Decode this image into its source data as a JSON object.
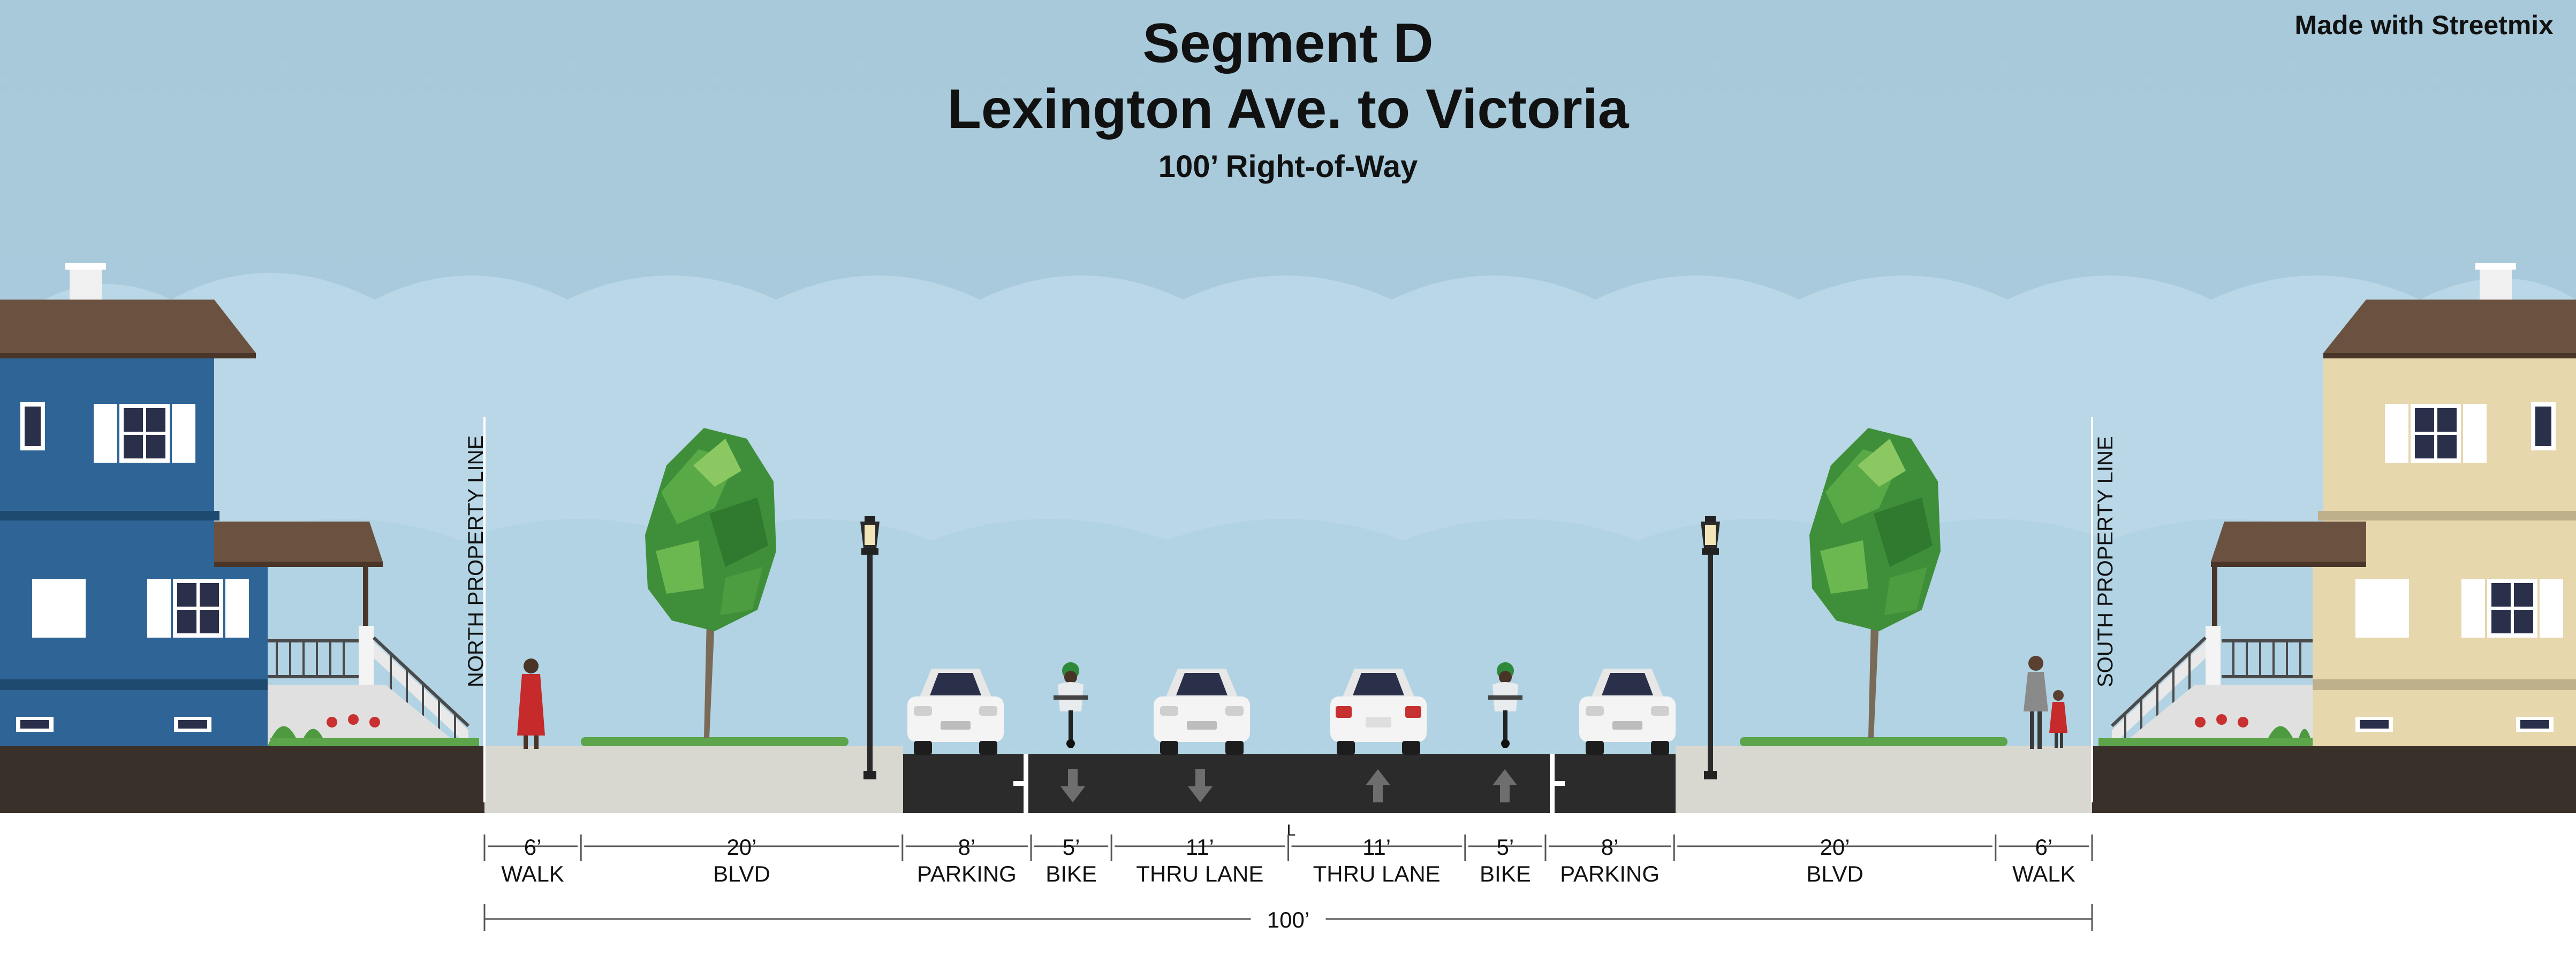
{
  "header": {
    "title_line1": "Segment D",
    "title_line2": "Lexington Ave. to Victoria",
    "subtitle": "100’ Right-of-Way",
    "credit": "Made with Streetmix"
  },
  "labels": {
    "north_property_line": "NORTH PROPERTY LINE",
    "south_property_line": "SOUTH PROPERTY LINE",
    "total_width": "100’",
    "centerline_marker": "L"
  },
  "segments": [
    {
      "width": "6’",
      "name": "WALK"
    },
    {
      "width": "20’",
      "name": "BLVD"
    },
    {
      "width": "8’",
      "name": "PARKING"
    },
    {
      "width": "5’",
      "name": "BIKE"
    },
    {
      "width": "11’",
      "name": "THRU LANE"
    },
    {
      "width": "11’",
      "name": "THRU LANE"
    },
    {
      "width": "5’",
      "name": "BIKE"
    },
    {
      "width": "8’",
      "name": "PARKING"
    },
    {
      "width": "20’",
      "name": "BLVD"
    },
    {
      "width": "6’",
      "name": "WALK"
    }
  ],
  "colors": {
    "sky": "#a9cbdc",
    "roadway": "#2b2b2b",
    "sidewalk": "#d9d8d0",
    "soil": "#3a302a",
    "north_house": "#2f6596",
    "south_house": "#e6d7ad",
    "roof": "#6b5140",
    "tree_foliage": "#3f8f3a",
    "car": "#f3f3f3"
  }
}
